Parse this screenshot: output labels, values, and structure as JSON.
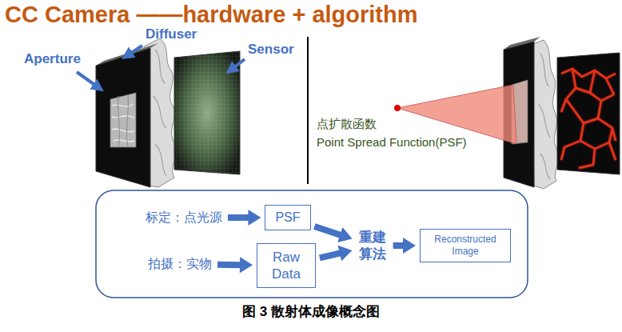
{
  "diagram": {
    "title": "CC Camera ——hardware + algorithm",
    "caption": "图 3 散射体成像概念图",
    "nodes": [
      {
        "text": [
          "标定：点光源"
        ]
      },
      {
        "text": [
          "PSF"
        ]
      },
      {
        "text": [
          "重建 算法"
        ]
      },
      {
        "text": [
          "Reconstructed Image"
        ]
      },
      {
        "text": [
          "拍摄：实物"
        ]
      },
      {
        "text": [
          "Raw Data"
        ]
      }
    ],
    "edges": [
      {
        "from": 0,
        "to": 1,
        "arrow": "to"
      },
      {
        "from": 1,
        "to": 2,
        "arrow": "to"
      },
      {
        "from": 4,
        "to": 5,
        "arrow": "to"
      },
      {
        "from": 5,
        "to": 2,
        "arrow": "to"
      },
      {
        "from": 2,
        "to": 3,
        "arrow": "to"
      }
    ],
    "labels": [
      "Aperture",
      "Diffuser",
      "Sensor",
      "点扩散函数",
      "Point Spread Function(PSF)"
    ]
  }
}
